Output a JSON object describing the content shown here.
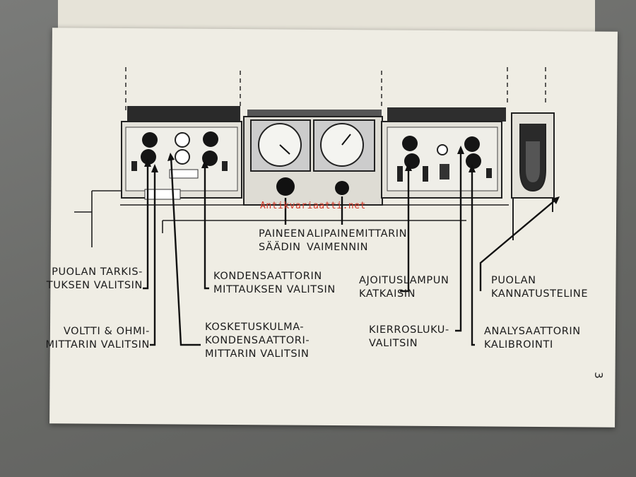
{
  "labels": {
    "puolan_tarkistuksen": [
      "PUOLAN TARKIS-",
      "TUKSEN VALITSIN"
    ],
    "voltti_ohmi": [
      "VOLTTI & OHMI-",
      "MITTARIN VALITSIN"
    ],
    "kondensaattorin": [
      "KONDENSAATTORIN",
      "MITTAUKSEN VALITSIN"
    ],
    "kosketuskulma": [
      "KOSKETUSKULMA-",
      "KONDENSAATTORI-",
      "MITTARIN VALITSIN"
    ],
    "paineen": [
      "PAINEEN",
      "SÄÄDIN"
    ],
    "alipaine": [
      "ALIPAINEMITTARIN",
      "VAIMENNIN"
    ],
    "ajoituslampun": [
      "AJOITUSLAMPUN",
      "KATKAISIN"
    ],
    "kierrosluku": [
      "KIERROSLUKU-",
      "VALITSIN"
    ],
    "puolan_kannatus": [
      "PUOLAN",
      "KANNATUSTELINE"
    ],
    "analysaattorin": [
      "ANALYSAATTORIN",
      "KALIBROINTI"
    ]
  },
  "watermark": "Antikvariaatti.net",
  "page_number": "3"
}
